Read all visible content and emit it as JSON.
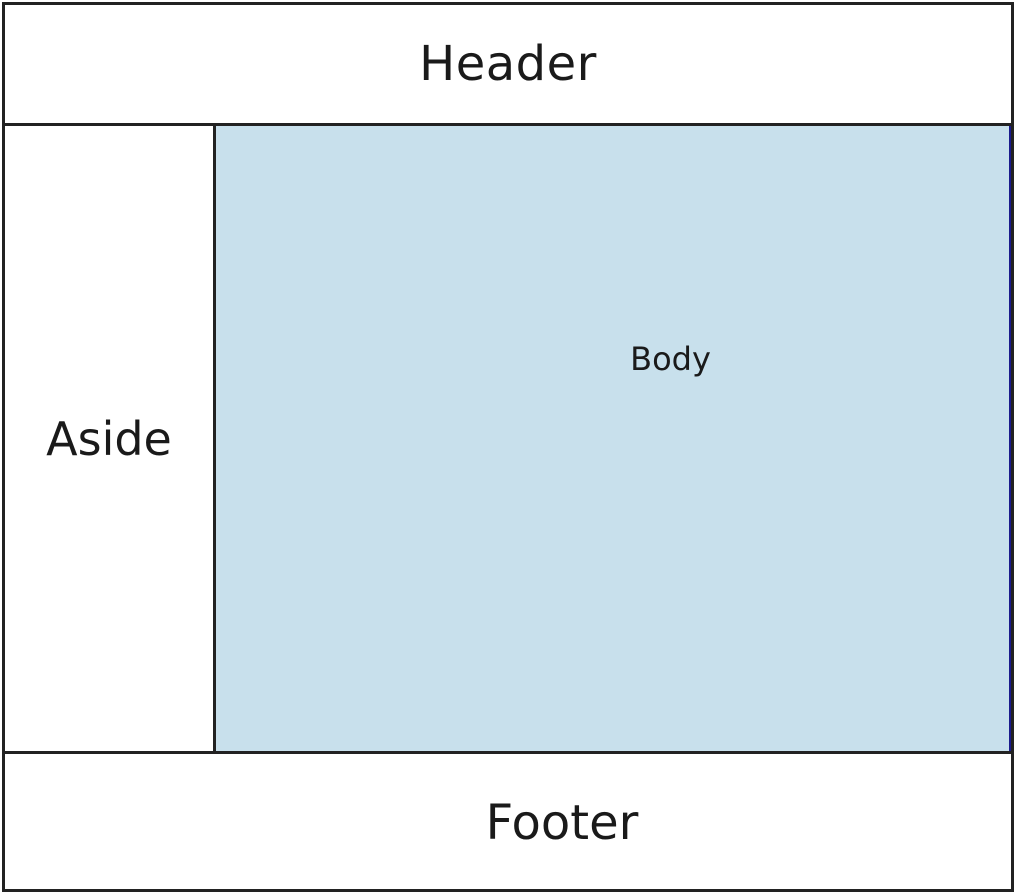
{
  "header": {
    "label": "Header"
  },
  "aside": {
    "label": "Aside"
  },
  "body": {
    "label": "Body",
    "background_color": "#c8e0ec"
  },
  "footer": {
    "label": "Footer"
  }
}
